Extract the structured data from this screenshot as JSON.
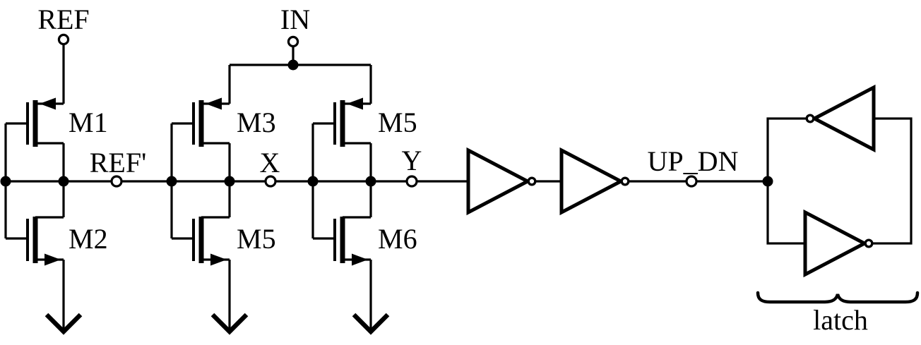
{
  "schematic": {
    "figure_type": "circuit-schematic",
    "colors": {
      "ink": "#000000",
      "background": "#ffffff"
    },
    "terminals": {
      "ref": "REF",
      "in": "IN",
      "ref_prime": "REF'",
      "x": "X",
      "y": "Y",
      "up_dn": "UP_DN"
    },
    "transistors": {
      "col1_top": "M1",
      "col1_bottom": "M2",
      "col2_top": "M3",
      "col2_bottom": "M5",
      "col3_top": "M5",
      "col3_bottom": "M6"
    },
    "latch": {
      "label": "latch"
    }
  }
}
